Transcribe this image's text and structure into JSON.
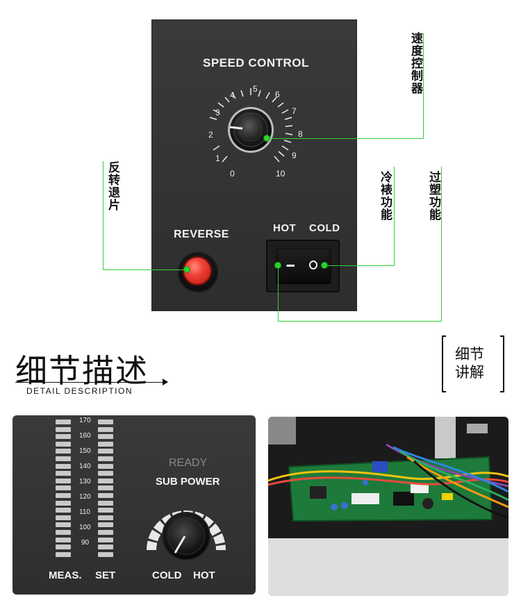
{
  "top_panel": {
    "speed_title": "SPEED CONTROL",
    "dial_numbers": [
      "0",
      "1",
      "2",
      "3",
      "4",
      "5",
      "6",
      "7",
      "8",
      "9",
      "10"
    ],
    "reverse_label": "REVERSE",
    "hot_label": "HOT",
    "cold_label": "COLD",
    "rocker_on_symbol": "I",
    "rocker_off_symbol": "O"
  },
  "callouts": {
    "speed": "速度控制器",
    "reverse": "反转退片",
    "cold": "冷裱功能",
    "hot": "过塑功能"
  },
  "detail": {
    "title": "细节描述",
    "subtitle": "DETAIL DESCRIPTION",
    "explain_line1": "细节",
    "explain_line2": "讲解"
  },
  "meter_panel": {
    "scale": [
      "170",
      "160",
      "150",
      "140",
      "130",
      "120",
      "110",
      "100",
      "90"
    ],
    "meas_label": "MEAS.",
    "set_label": "SET",
    "ready_label": "READY",
    "subpower_label": "SUB POWER",
    "cold_label": "COLD",
    "hot_label": "HOT"
  },
  "colors": {
    "callout_green": "#2fd12f",
    "panel_dark": "#333333",
    "reverse_red": "#f0443a"
  }
}
